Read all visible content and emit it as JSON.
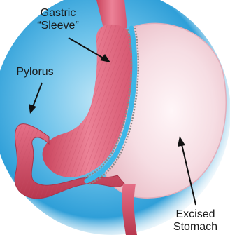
{
  "labels": {
    "gastric_sleeve": {
      "line1": "Gastric",
      "line2": "“Sleeve”"
    },
    "pylorus": "Pylorus",
    "excised_stomach": {
      "line1": "Excised",
      "line2": "Stomach"
    }
  },
  "colors": {
    "background_glow": "#3aa8dc",
    "sleeve_pink": "#e46f86",
    "sleeve_dark": "#b8384f",
    "excised_light": "#f7dde2",
    "staple_line": "#3db7e8",
    "staples": "#8a8a8a",
    "arrow": "#111111"
  }
}
